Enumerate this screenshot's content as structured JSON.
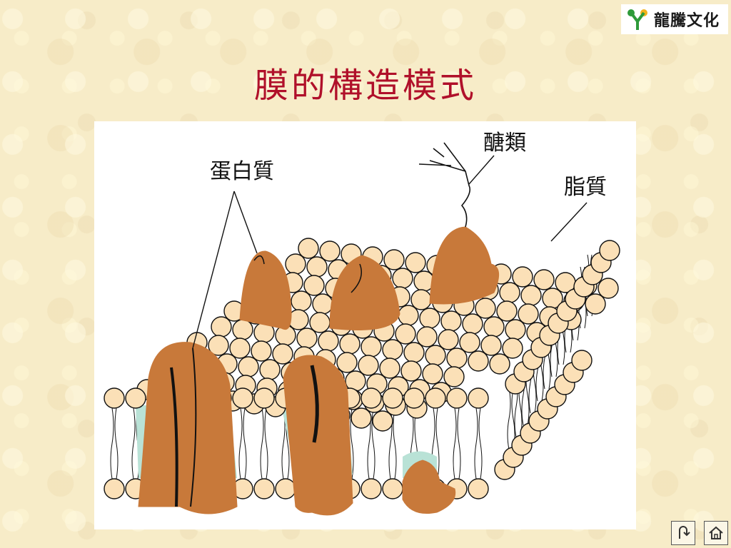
{
  "brand": {
    "name": "龍騰文化"
  },
  "slide": {
    "title": "膜的構造模式"
  },
  "diagram": {
    "labels": {
      "protein": "蛋白質",
      "carbohydrate": "醣類",
      "lipid": "脂質"
    },
    "colors": {
      "phospholipid_head": "#fbe0b7",
      "protein": "#c8793a",
      "hydrophobic_band": "#b9e2d6",
      "outline": "#111111"
    }
  },
  "navigation": {
    "back_icon": "u-turn-arrow-icon",
    "home_icon": "home-icon"
  }
}
